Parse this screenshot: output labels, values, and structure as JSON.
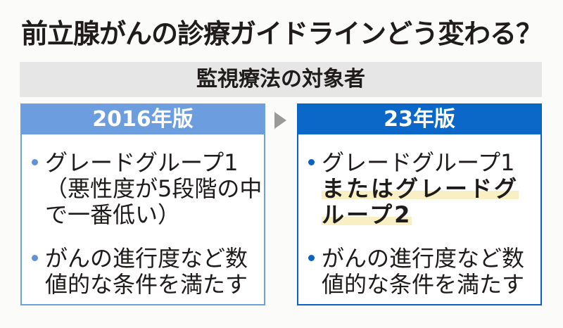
{
  "title": "前立腺がんの診療ガイドラインどう変わる？",
  "section_label": "監視療法の対象者",
  "icons": {
    "transition": "arrow-right-icon"
  },
  "colors": {
    "old_accent": "#6b9ddf",
    "new_accent": "#0b68c9",
    "highlight": "#f8efc4",
    "band": "#e6e6e6",
    "arrow": "#9a9a9a"
  },
  "columns": [
    {
      "version_label": "2016年版",
      "items": [
        {
          "lines": [
            "グレードグループ1",
            "（悪性度が5段階の中",
            "で一番低い）"
          ]
        },
        {
          "lines": [
            "がんの進行度など数",
            "値的な条件を満たす"
          ]
        }
      ]
    },
    {
      "version_label": "23年版",
      "items": [
        {
          "lines": [
            "グレードグループ1"
          ],
          "emphasis_lines": [
            "またはグレードグ",
            "ループ2"
          ]
        },
        {
          "lines": [
            "がんの進行度など数",
            "値的な条件を満たす"
          ]
        }
      ]
    }
  ]
}
